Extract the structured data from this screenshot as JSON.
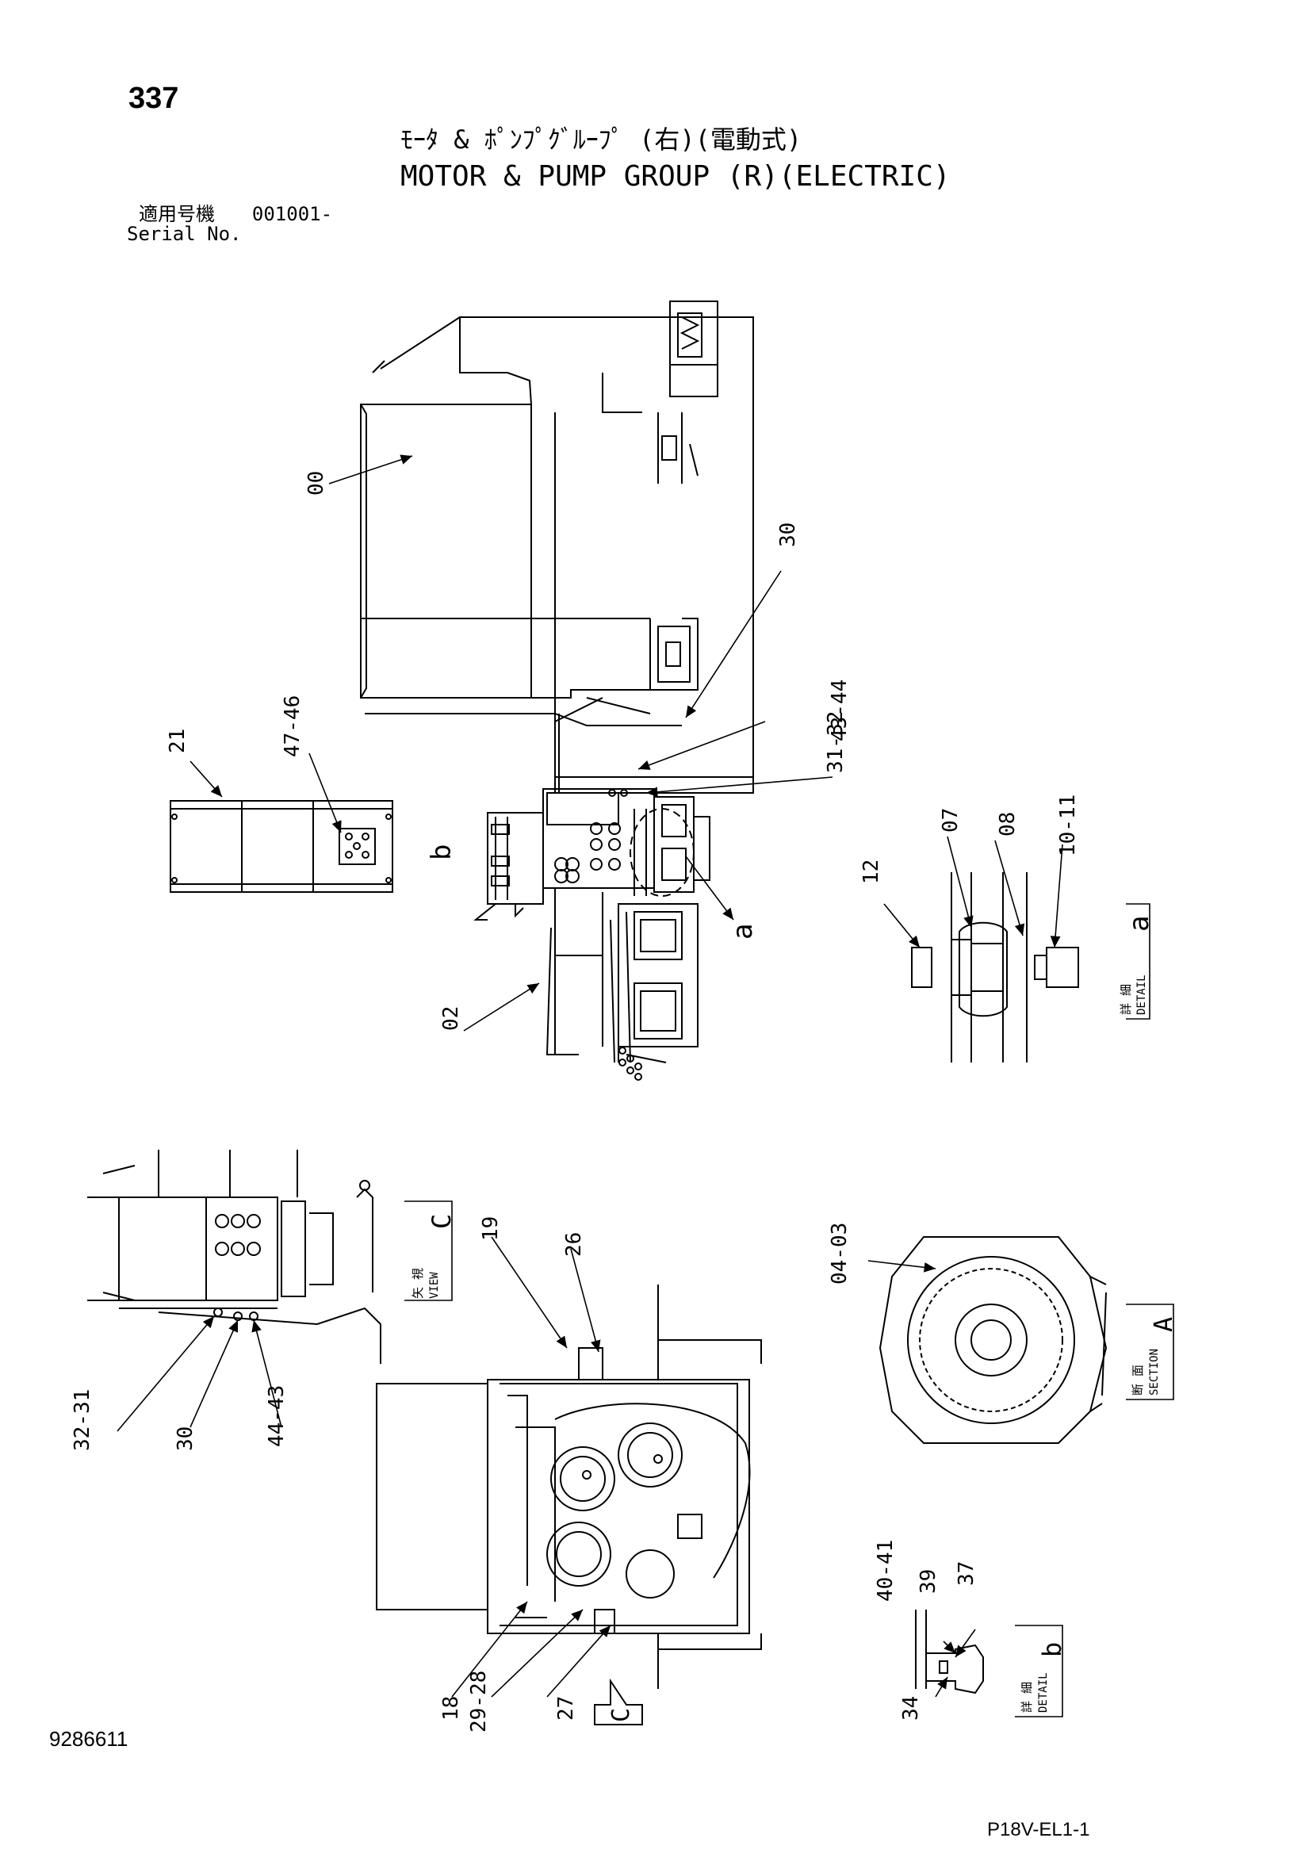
{
  "page": {
    "number": "337",
    "title_jp": "ﾓｰﾀ & ﾎﾟﾝﾌﾟｸﾞﾙｰﾌﾟ (右)(電動式)",
    "title_en": "MOTOR & PUMP GROUP (R)(ELECTRIC)",
    "serial_label_jp": "適用号機",
    "serial_value": "001001-",
    "serial_label_en": "Serial No.",
    "doc_id": "9286611",
    "page_code": "P18V-EL1-1"
  },
  "views": {
    "detail_a": {
      "letter": "a",
      "label_jp": "詳 細",
      "label_en": "DETAIL"
    },
    "detail_b": {
      "letter": "b",
      "label_jp": "詳 細",
      "label_en": "DETAIL"
    },
    "section_a": {
      "letter": "A",
      "label_jp": "断 面",
      "label_en": "SECTION"
    },
    "view_c": {
      "letter": "C",
      "label_jp": "矢 視",
      "label_en": "VIEW"
    }
  },
  "markers": {
    "a": "a",
    "b": "b",
    "c": "C"
  },
  "callouts": {
    "c00": "00",
    "c30_top": "30",
    "c43_44_top": "43\n-\n44",
    "c31_32_top": "31\n-\n32",
    "c21": "21",
    "c47_46": "47\n-\n46",
    "c02": "02",
    "c12": "12",
    "c07": "07",
    "c08": "08",
    "c10_11": "10\n-\n11",
    "c19": "19",
    "c26": "26",
    "c04_03": "04\n-\n03",
    "c32_31_left": "32\n-\n31",
    "c30_left": "30",
    "c44_43_left": "44\n-\n43",
    "c40_41": "40\n-\n41",
    "c39": "39",
    "c37": "37",
    "c34": "34",
    "c18": "18",
    "c29_28": "29\n-\n28",
    "c27": "27"
  }
}
